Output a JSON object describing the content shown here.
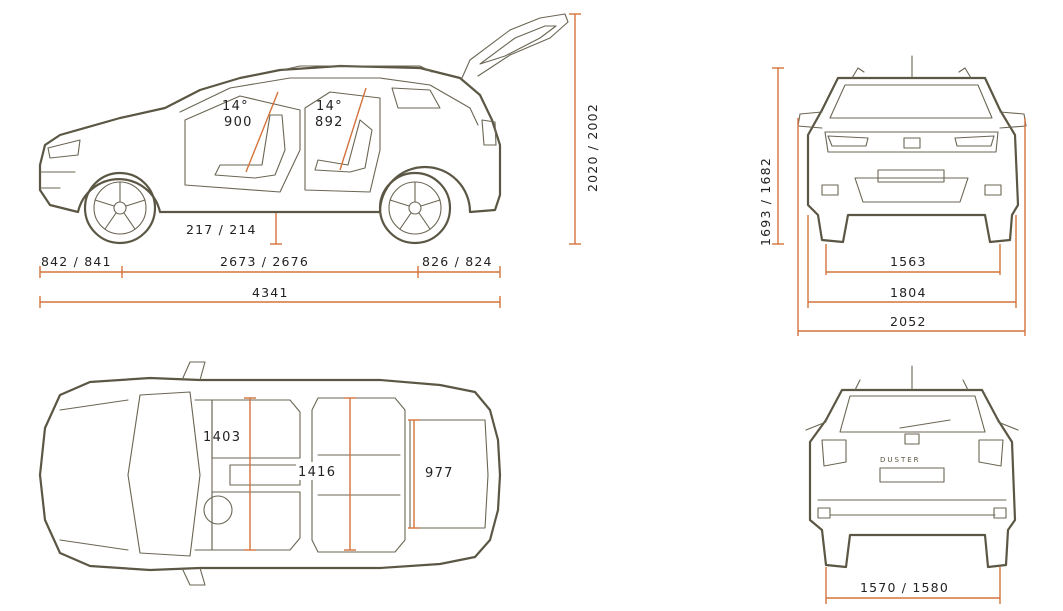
{
  "side_view": {
    "angle_front": "14°",
    "angle_rear": "14°",
    "legroom_front": "900",
    "legroom_rear": "892",
    "ground_clearance": "217 / 214",
    "overall_height": "2020 / 2002",
    "front_overhang": "842 / 841",
    "wheelbase": "2673 / 2676",
    "rear_overhang": "826 / 824",
    "overall_length": "4341"
  },
  "front_view": {
    "height": "1693 / 1682",
    "front_track": "1563",
    "body_width": "1804",
    "width_with_mirrors": "2052"
  },
  "top_view": {
    "front_elbow_width": "1403",
    "rear_elbow_width": "1416",
    "boot_width": "977"
  },
  "rear_view": {
    "rear_track": "1570 / 1580",
    "badge_text": "DUSTER"
  },
  "colors": {
    "outline": "#5b5744",
    "dimension": "#d4733c",
    "text": "#222222"
  }
}
